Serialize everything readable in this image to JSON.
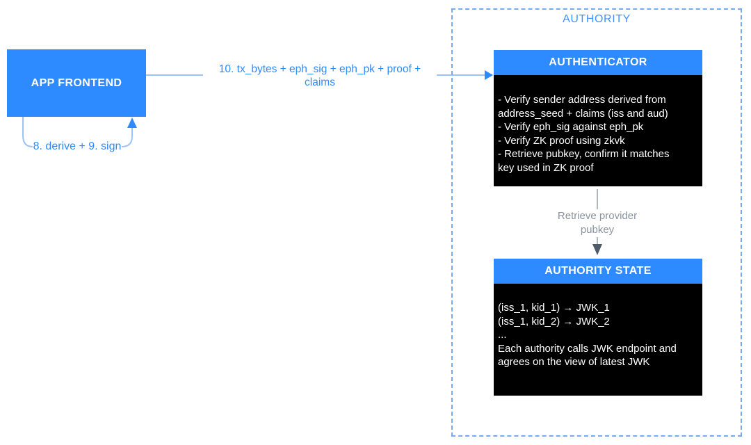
{
  "colors": {
    "primary_blue": "#2E8AFF",
    "light_blue_line": "#9CC3F5",
    "dashed_border_blue": "#74ABF7",
    "authority_label_blue": "#4193FC",
    "gray_line": "#AFB7C2",
    "gray_arrowhead": "#4E5A68",
    "gray_label": "#8A939F",
    "box_black": "#000000",
    "white": "#FFFFFF"
  },
  "nodes": {
    "app_frontend": {
      "label": "APP FRONTEND"
    },
    "authenticator": {
      "title": "AUTHENTICATOR",
      "body_lines": [
        "- Verify sender address derived from",
        "address_seed + claims (iss and aud)",
        "- Verify eph_sig against eph_pk",
        "- Verify ZK proof using zkvk",
        "- Retrieve pubkey, confirm it matches",
        "key used in ZK proof"
      ]
    },
    "authority_state": {
      "title": "AUTHORITY STATE",
      "body_lines": [
        "(iss_1, kid_1) → JWK_1",
        "(iss_1, kid_2) → JWK_2",
        "...",
        "Each authority calls JWK endpoint and",
        "agrees on the view of latest JWK"
      ]
    }
  },
  "groups": {
    "authority": {
      "label": "AUTHORITY"
    }
  },
  "edges": {
    "derive_sign_loop": {
      "label": "8. derive + 9. sign"
    },
    "submit_tx": {
      "label_lines": [
        "10. tx_bytes + eph_sig + eph_pk + proof +",
        "claims"
      ]
    },
    "retrieve_pubkey": {
      "label_lines": [
        "Retrieve provider",
        "pubkey"
      ]
    }
  }
}
